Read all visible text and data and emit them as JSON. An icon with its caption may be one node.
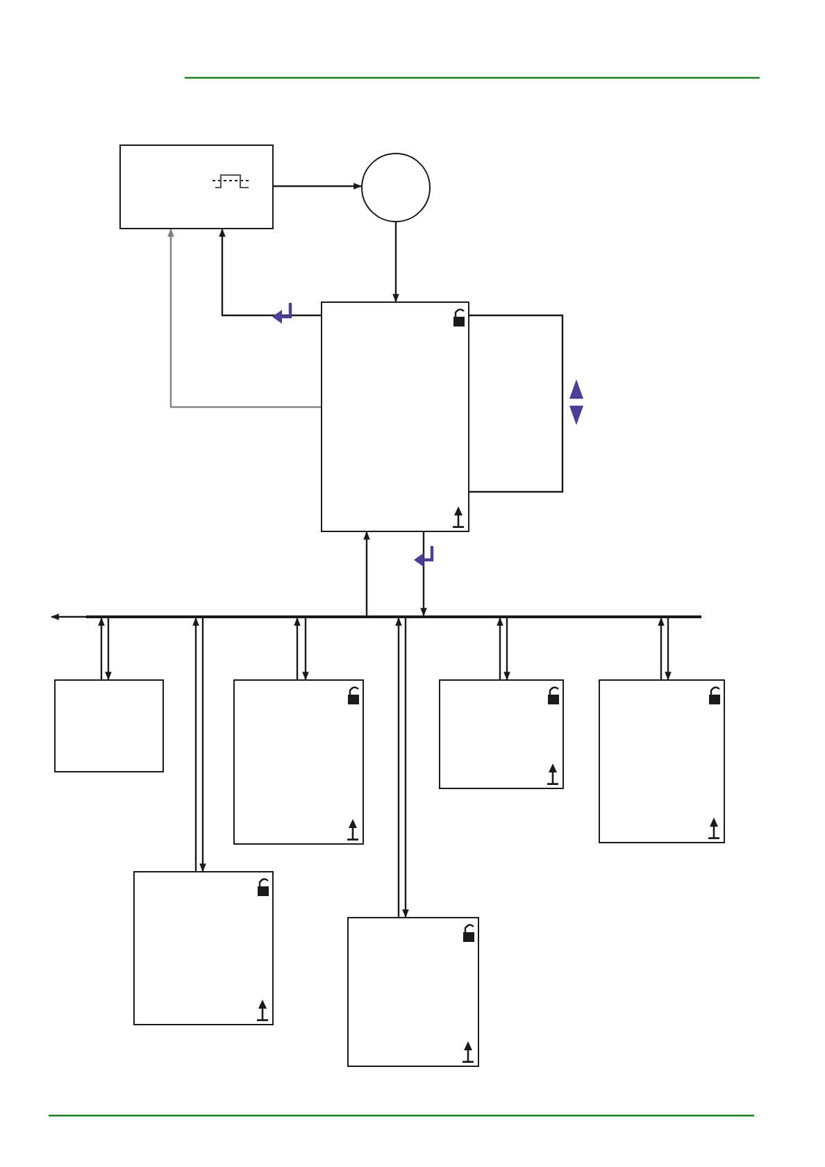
{
  "diagram": {
    "nodes": [
      {
        "text": [],
        "shape": "box"
      },
      {
        "text": [],
        "shape": "circle"
      },
      {
        "text": [],
        "shape": "box"
      },
      {
        "text": [],
        "shape": "bar"
      },
      {
        "text": [],
        "shape": "box"
      },
      {
        "text": [],
        "shape": "box"
      },
      {
        "text": [],
        "shape": "box"
      },
      {
        "text": [],
        "shape": "box"
      },
      {
        "text": [],
        "shape": "box"
      },
      {
        "text": [],
        "shape": "box"
      }
    ],
    "edges": [
      {
        "from": 0,
        "to": 1,
        "arrow": "to"
      },
      {
        "from": 1,
        "to": 2,
        "arrow": "to"
      },
      {
        "from": 2,
        "to": 0,
        "arrow": "to"
      },
      {
        "from": 2,
        "to": 0,
        "arrow": "to",
        "color": "#808080"
      },
      {
        "from": 2,
        "to": 2,
        "arrow": "none"
      },
      {
        "from": 2,
        "to": 3,
        "arrow": "to"
      },
      {
        "from": 3,
        "to": 2,
        "arrow": "to"
      },
      {
        "from": 3,
        "to": null,
        "arrow": "to"
      },
      {
        "from": 4,
        "to": 3,
        "arrow": "to"
      },
      {
        "from": 3,
        "to": 4,
        "arrow": "to"
      },
      {
        "from": 5,
        "to": 3,
        "arrow": "to"
      },
      {
        "from": 3,
        "to": 5,
        "arrow": "to"
      },
      {
        "from": 6,
        "to": 3,
        "arrow": "to"
      },
      {
        "from": 3,
        "to": 6,
        "arrow": "to"
      },
      {
        "from": 7,
        "to": 3,
        "arrow": "to"
      },
      {
        "from": 3,
        "to": 7,
        "arrow": "to"
      },
      {
        "from": 8,
        "to": 3,
        "arrow": "to"
      },
      {
        "from": 3,
        "to": 8,
        "arrow": "to"
      },
      {
        "from": 9,
        "to": 3,
        "arrow": "to"
      },
      {
        "from": 3,
        "to": 9,
        "arrow": "to"
      }
    ]
  }
}
